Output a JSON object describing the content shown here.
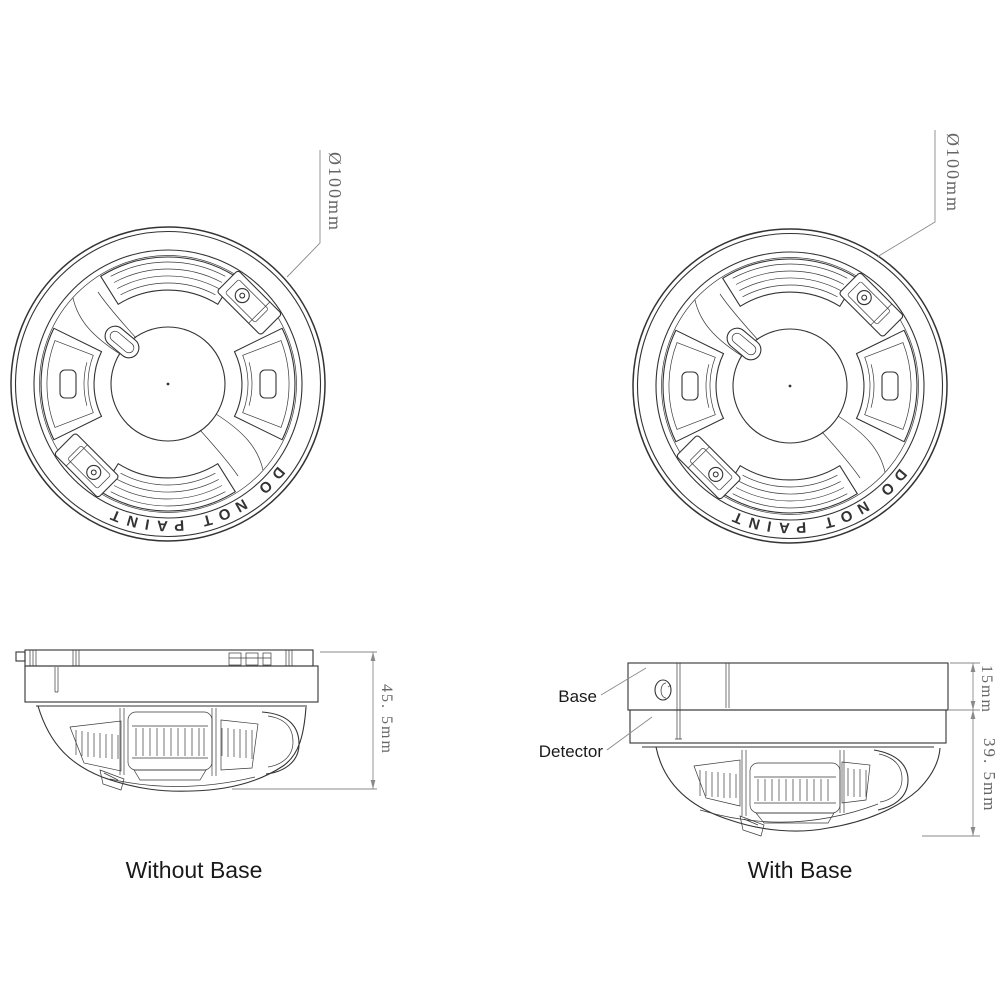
{
  "drawing": {
    "line_color": "#333333",
    "dimension_line_color": "#8a8a8a",
    "dimension_text_color": "#666666",
    "label_text_color": "#1a1a1a",
    "background": "#ffffff"
  },
  "top_views": {
    "left": {
      "diameter_label": "Ø100mm",
      "ring_text": "DO NOT PAINT"
    },
    "right": {
      "diameter_label": "Ø100mm",
      "ring_text": "DO NOT PAINT"
    }
  },
  "side_views": {
    "without_base": {
      "caption": "Without Base",
      "overall_height": "45. 5mm"
    },
    "with_base": {
      "caption": "With Base",
      "base_label": "Base",
      "detector_label": "Detector",
      "base_height": "15mm",
      "detector_height": "39. 5mm"
    }
  }
}
